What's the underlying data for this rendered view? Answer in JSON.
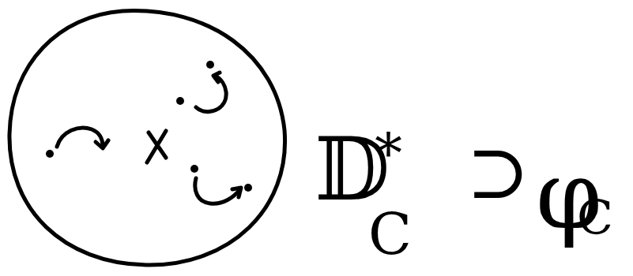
{
  "diagram": {
    "labels": [
      "𝔻",
      "*",
      "C",
      "⊃",
      "φ",
      "C"
    ]
  }
}
